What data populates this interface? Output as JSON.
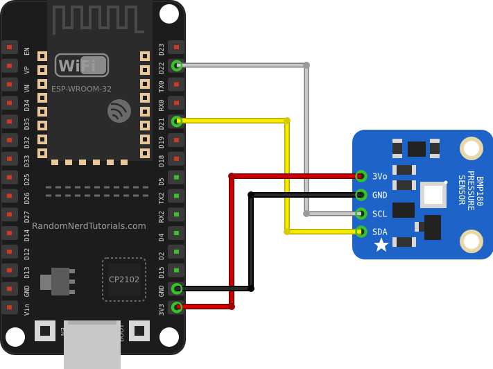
{
  "board": {
    "wifi_text": "WiFi",
    "module_label": "ESP-WROOM-32",
    "website": "RandomNerdTutorials.com",
    "chip_label": "CP2102",
    "button_en": "EN",
    "button_boot": "BOOT",
    "left_pins": [
      "EN",
      "VP",
      "VN",
      "D34",
      "D35",
      "D32",
      "D33",
      "D25",
      "D26",
      "D27",
      "D14",
      "D12",
      "D13",
      "GND",
      "Vin"
    ],
    "right_pins": [
      "D23",
      "D22",
      "TX0",
      "RX0",
      "D21",
      "D19",
      "D18",
      "D5",
      "TX2",
      "RX2",
      "D4",
      "D2",
      "D15",
      "GND",
      "3V3"
    ]
  },
  "sensor": {
    "title_lines": [
      "BMP180",
      "PRESSURE",
      "SENSOR"
    ],
    "pins": [
      "3Vo",
      "GND",
      "SCL",
      "SDA"
    ]
  },
  "wires": [
    {
      "from": "D22",
      "to": "SCL",
      "color": "#a8a8a8"
    },
    {
      "from": "D21",
      "to": "SDA",
      "color": "#f2e600"
    },
    {
      "from": "3V3",
      "to": "3Vo",
      "color": "#c00000"
    },
    {
      "from": "GND",
      "to": "GND",
      "color": "#111111"
    }
  ],
  "colors": {
    "board": "#1b1b1b",
    "pcb_sensor": "#1e63c8",
    "pin_left": "#d03a20",
    "pin_right_active": "#39c02a"
  }
}
